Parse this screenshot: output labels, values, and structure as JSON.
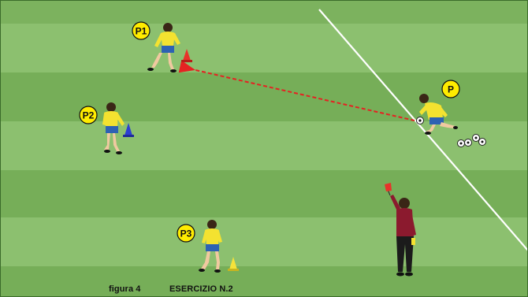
{
  "players": [
    {
      "id": "P1",
      "label": "P1"
    },
    {
      "id": "P2",
      "label": "P2"
    },
    {
      "id": "P3",
      "label": "P3"
    },
    {
      "id": "P",
      "label": "P"
    }
  ],
  "cones": [
    {
      "name": "cone-red",
      "color": "#e8332a"
    },
    {
      "name": "cone-blue",
      "color": "#2c3fd1"
    },
    {
      "name": "cone-yellow",
      "color": "#f5e23a"
    }
  ],
  "colors": {
    "grass_light": "#8cc06f",
    "grass_dark": "#74ad57",
    "jersey": "#f4e230",
    "shorts": "#2d62b3",
    "pass_arrow": "#e52222",
    "label_fill": "#ffec00",
    "coach_shirt": "#8b1a2e",
    "coach_trousers": "#1b1b1b",
    "flag": "#e8332a"
  },
  "caption": {
    "figure": "figura 4",
    "title": "ESERCIZIO N.2"
  }
}
